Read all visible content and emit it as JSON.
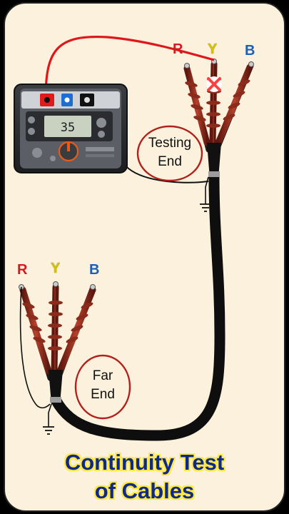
{
  "title": {
    "line1": "Continuity Test",
    "line2": "of Cables"
  },
  "testing_end": {
    "label_line1": "Testing",
    "label_line2": "End",
    "phases": [
      "R",
      "Y",
      "B"
    ]
  },
  "far_end": {
    "label_line1": "Far",
    "label_line2": "End",
    "phases": [
      "R",
      "Y",
      "B"
    ]
  },
  "meter": {
    "display_reading": "35"
  },
  "colors": {
    "background": "#fbf1dc",
    "phase_r": "#d01c1c",
    "phase_y": "#d4c10a",
    "phase_b": "#1a5fb8",
    "test_lead": "#e0161b",
    "cable": "#111111",
    "insulator": "#8a2b1c",
    "fault_mark": "#ff4040",
    "title_text": "#0d2a8a",
    "title_outline": "#ffe84a"
  },
  "icons": [
    "fault-cross-icon",
    "earth-ground-icon"
  ]
}
